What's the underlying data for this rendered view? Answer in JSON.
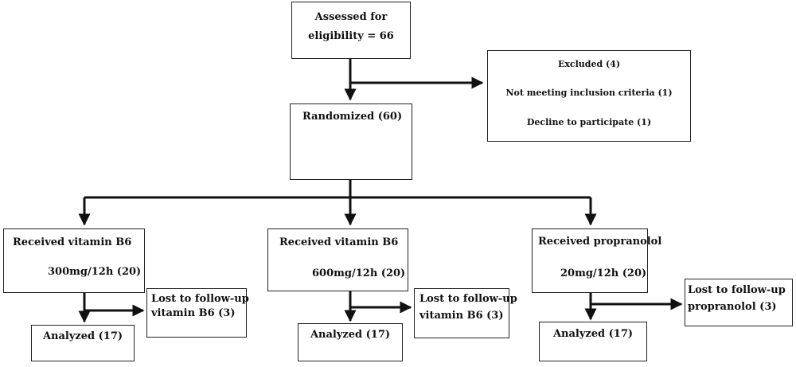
{
  "flowchart": {
    "assessed": {
      "line1": "Assessed for",
      "line2": "eligibility = 66"
    },
    "excluded": {
      "title": "Excluded (4)",
      "reason1": "Not meeting inclusion criteria (1)",
      "reason2": "Decline to participate (1)"
    },
    "randomized": "Randomized (60)",
    "arms": [
      {
        "line1": "Received vitamin B6",
        "line2": "300mg/12h (20)",
        "lost_line1": "Lost to follow-up",
        "lost_line2": "vitamin B6 (3)",
        "analyzed": "Analyzed (17)"
      },
      {
        "line1": "Received vitamin B6",
        "line2": "600mg/12h (20)",
        "lost_line1": "Lost to follow-up",
        "lost_line2": "vitamin B6 (3)",
        "analyzed": "Analyzed (17)"
      },
      {
        "line1": "Received propranolol",
        "line2": "20mg/12h (20)",
        "lost_line1": "Lost to follow-up",
        "lost_line2": "propranolol (3)",
        "analyzed": "Analyzed (17)"
      }
    ]
  }
}
